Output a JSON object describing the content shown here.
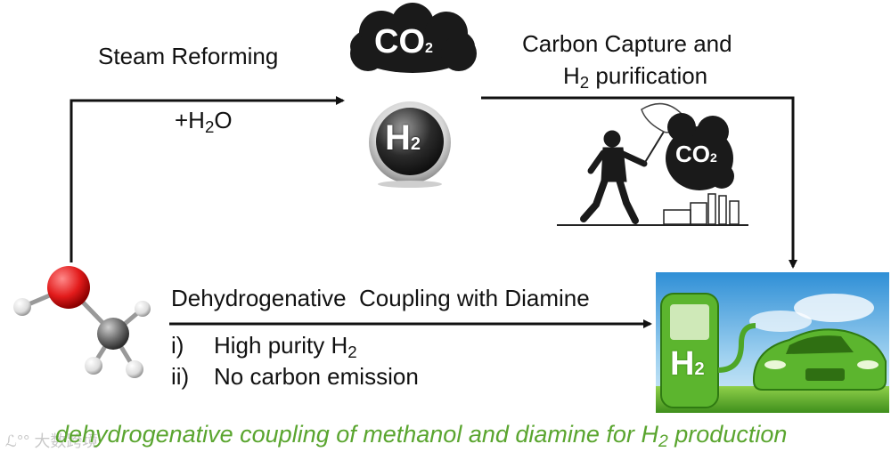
{
  "steam_reforming": {
    "label": "Steam Reforming",
    "reactant_prefix": "+H",
    "reactant_sub": "2",
    "reactant_suffix": "O"
  },
  "co2_cloud": {
    "main": "CO",
    "sub": "2"
  },
  "h2_sphere": {
    "main": "H",
    "sub": "2"
  },
  "carbon_capture": {
    "line1": "Carbon Capture and",
    "line2_main": "H",
    "line2_sub": "2",
    "line2_rest": " purification"
  },
  "capture_cloud": {
    "main": "CO",
    "sub": "2"
  },
  "dehydrogenative": {
    "title": "Dehydrogenative  Coupling with Diamine",
    "items": [
      {
        "num": "i)",
        "text": "High purity H",
        "sub": "2"
      },
      {
        "num": "ii)",
        "text": "No carbon emission",
        "sub": ""
      }
    ]
  },
  "station": {
    "main": "H",
    "sub": "2"
  },
  "caption": {
    "text": "dehydrogenative coupling of methanol and diamine for H",
    "sub": "2",
    "rest": " production"
  },
  "watermark": {
    "text": "ℒ°° 大数跨境"
  },
  "colors": {
    "caption_green": "#5aa52f",
    "oxygen_red": "#e21b1b",
    "carbon_gray": "#6b6b6b",
    "hydrogen_white": "#f2f2f2"
  }
}
